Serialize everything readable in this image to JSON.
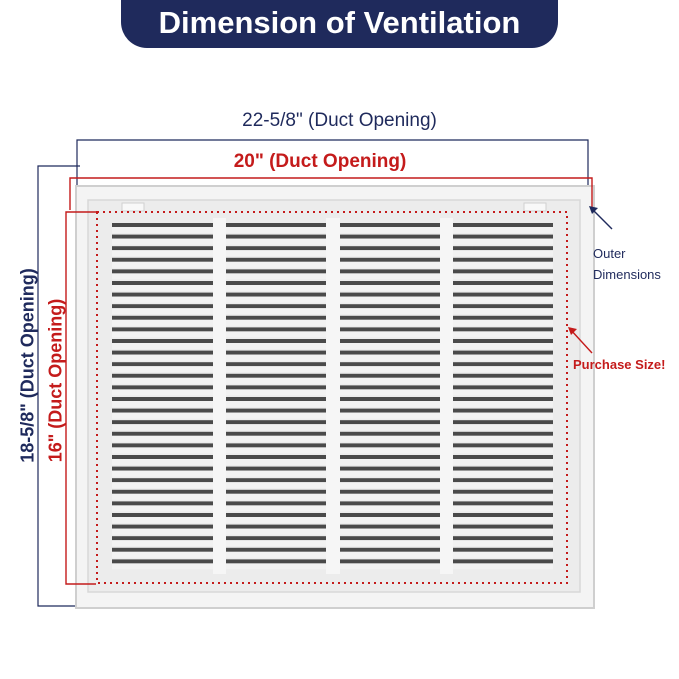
{
  "title": "Dimension of Ventilation",
  "outer_width_label": "22-5/8\" (Duct Opening)",
  "duct_width_label": "20\" (Duct Opening)",
  "outer_height_label": "18-5/8\" (Duct Opening)",
  "duct_height_label": "16\" (Duct Opening)",
  "outer_dimensions_line1": "Outer",
  "outer_dimensions_line2": "Dimensions",
  "purchase_size_label": "Purchase Size!",
  "colors": {
    "navy": "#1f2a5c",
    "red": "#c41b1b"
  }
}
